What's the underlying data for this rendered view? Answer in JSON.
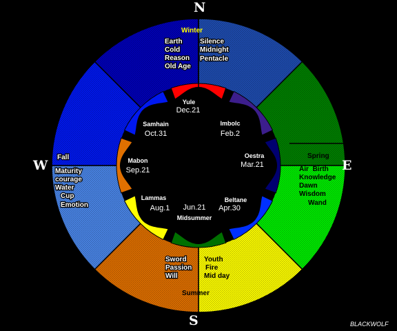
{
  "compass": {
    "north": "N",
    "south": "S",
    "east": "E",
    "west": "W"
  },
  "seasons": {
    "winter": "Winter",
    "spring": "Spring",
    "summer": "Summer",
    "fall": "Fall"
  },
  "quarters": {
    "north_a": [
      "Earth",
      "Cold",
      "Reason",
      "Old Age"
    ],
    "north_b": [
      "Silence",
      "Midnight",
      "Pentacle"
    ],
    "east": [
      "Air  Birth",
      "Knowledge",
      "Dawn",
      "Wisdom",
      "Wand"
    ],
    "south_a": [
      "Sword",
      "Passion",
      "Will"
    ],
    "south_b": [
      "Youth",
      "Fire",
      "Mid day"
    ],
    "west": [
      "Maturity",
      "courage",
      "Water",
      "Cup",
      "Emotion"
    ]
  },
  "sabbats": [
    {
      "name": "Yule",
      "date": "Dec.21"
    },
    {
      "name": "Imbolc",
      "date": "Feb.2"
    },
    {
      "name": "Oestra",
      "date": "Mar.21"
    },
    {
      "name": "Beltane",
      "date": "Apr.30"
    },
    {
      "name": "Midsummer",
      "date": "Jun.21"
    },
    {
      "name": "Lammas",
      "date": "Aug.1"
    },
    {
      "name": "Mabon",
      "date": "Sep.21"
    },
    {
      "name": "Samhain",
      "date": "Oct.31"
    }
  ],
  "colors": {
    "north": "#0000b8",
    "northeast": "#1e4cb0",
    "east": "#008000",
    "southeast": "#00ee00",
    "south": "#ffff00",
    "southwest": "#e07000",
    "west": "#4a86e8",
    "northwest": "#0018f0",
    "yule_lobe": "#ff0000",
    "imbolc_lobe": "#3c1e8c",
    "oestra_lobe": "#000070",
    "beltane_lobe": "#0030ff",
    "midsummer_lobe": "#007000",
    "lammas_lobe": "#ffff00",
    "mabon_lobe": "#e07000",
    "samhain_lobe": "#0018f0"
  },
  "signature": "BLACKWOLF"
}
